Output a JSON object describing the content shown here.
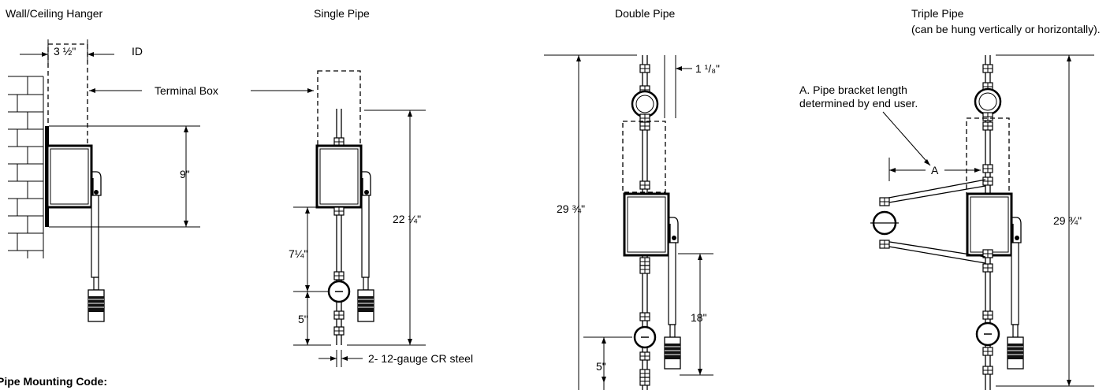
{
  "titles": {
    "wall": "Wall/Ceiling Hanger",
    "single": "Single Pipe",
    "double": "Double Pipe",
    "triple": "Triple Pipe",
    "triple_note": "(can be hung vertically or horizontally)."
  },
  "labels": {
    "width": "3 ½\"",
    "id": "ID",
    "terminal_box": "Terminal Box",
    "nine": "9\"",
    "twentytwo": "22 ¼\"",
    "seven": "7¼\"",
    "five_single": "5\"",
    "steel": "2- 12-gauge CR steel",
    "onesixth": "1 ¹/₈\"",
    "twentynine_double": "29 ¾\"",
    "eighteen": "18\"",
    "five_double": "5\"",
    "bracket_note_1": "A. Pipe bracket length",
    "bracket_note_2": "determined by end user.",
    "a": "A",
    "twentynine_triple": "29 ¾\"",
    "mounting_code": "Pipe Mounting Code:"
  }
}
